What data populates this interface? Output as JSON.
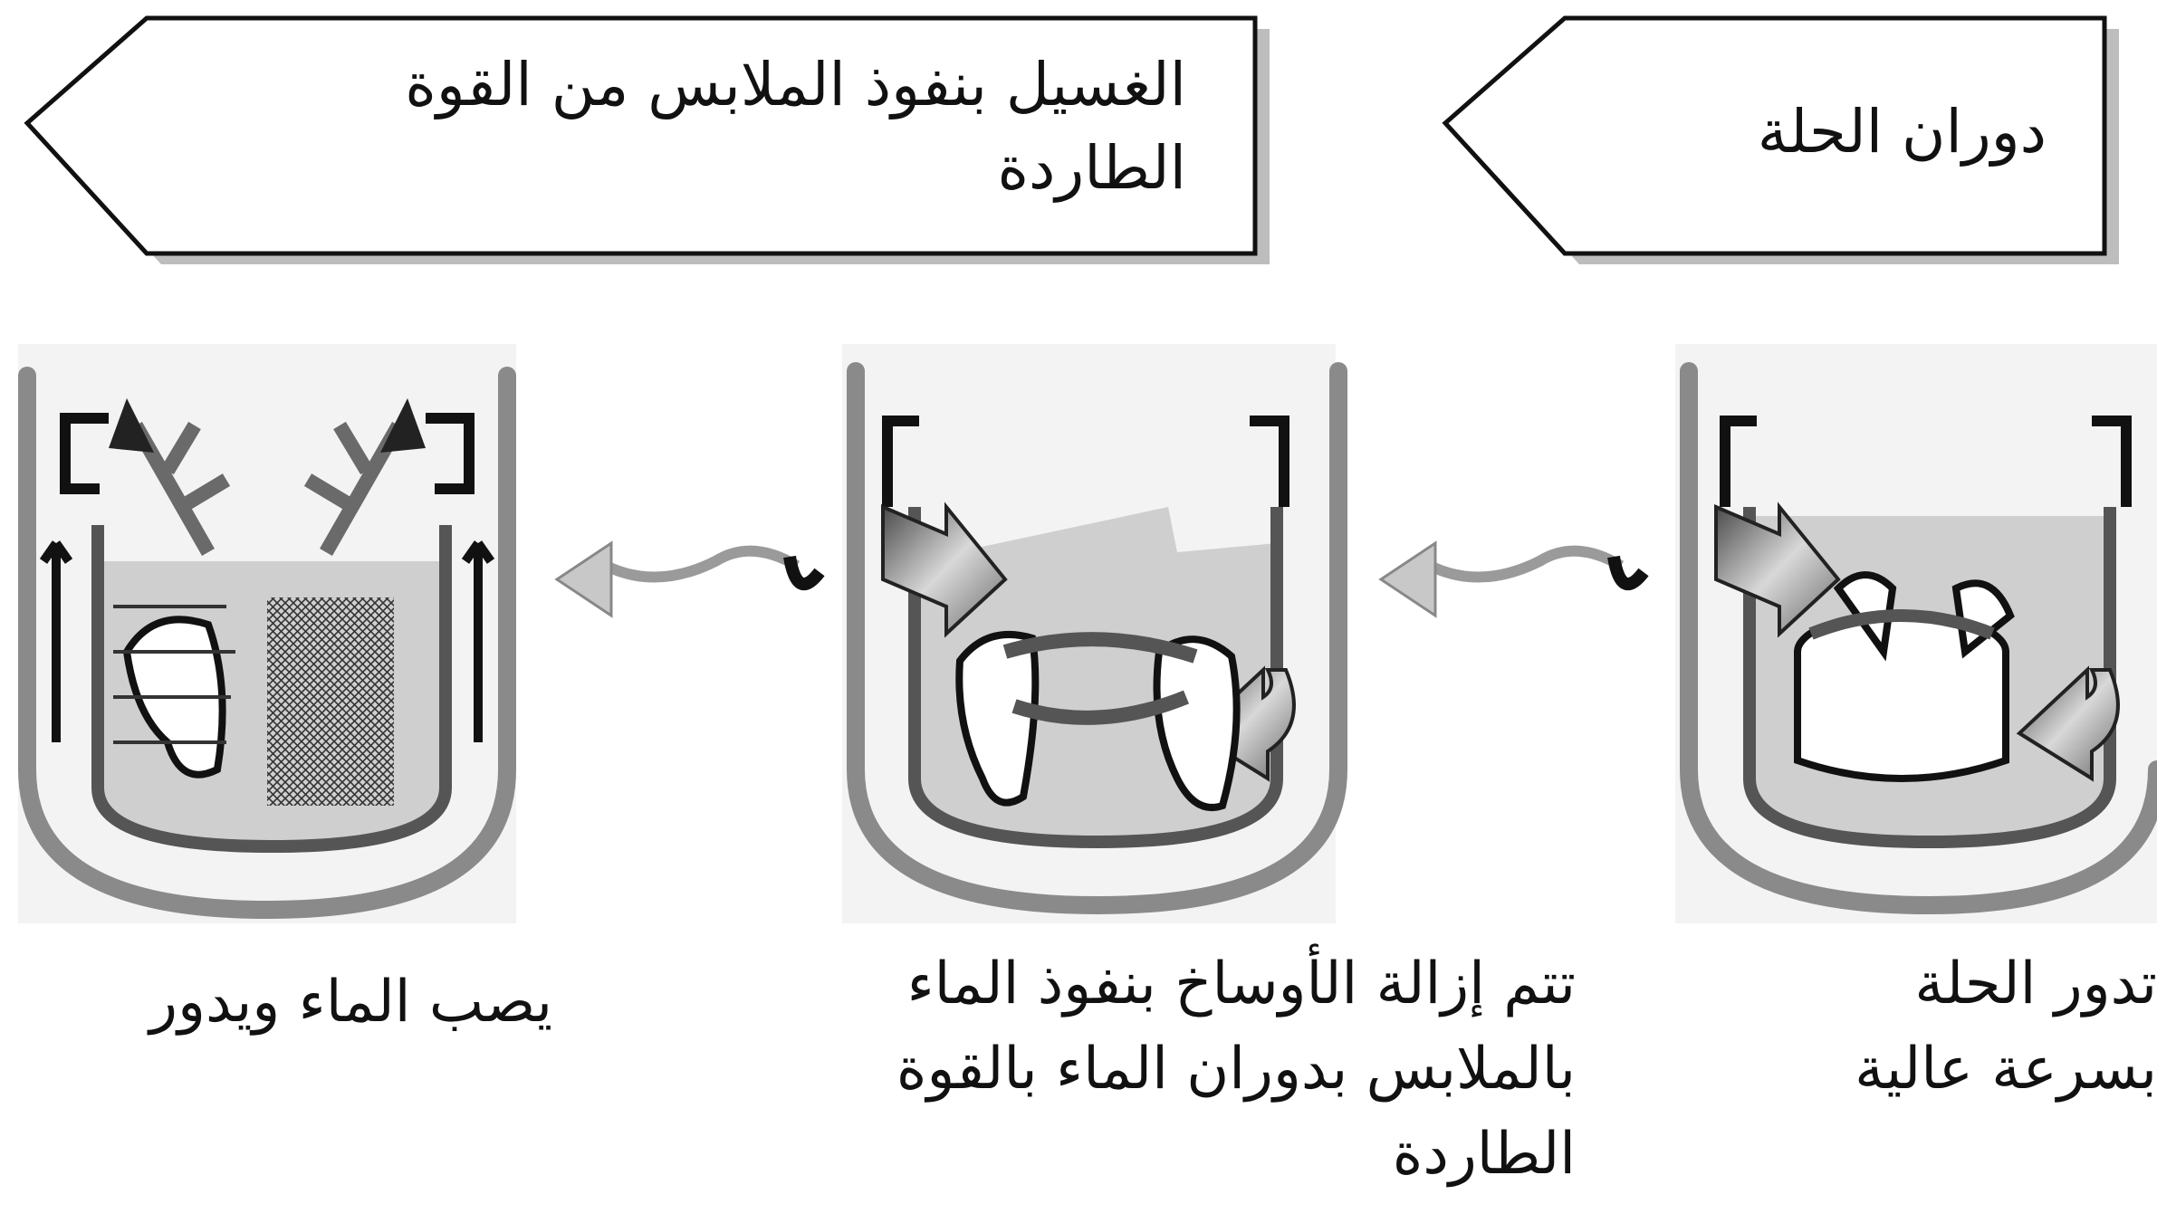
{
  "banners": {
    "left": {
      "lines": [
        "الغسيل بنفوذ الملابس من القوة",
        "الطاردة"
      ]
    },
    "right": {
      "lines": [
        "دوران الحلة"
      ]
    }
  },
  "captions": {
    "left": {
      "lines": [
        "يصب الماء ويدور"
      ]
    },
    "middle": {
      "lines": [
        "تتم إزالة الأوساخ بنفوذ الماء",
        "بالملابس بدوران الماء بالقوة",
        "الطاردة"
      ]
    },
    "right": {
      "lines": [
        "تدور الحلة",
        "بسرعة عالية"
      ]
    }
  },
  "colors": {
    "outline": "#111111",
    "tub": "#8a8a8a",
    "water": "#cfcfcf",
    "arrow_fill": "#9a9a9a"
  }
}
